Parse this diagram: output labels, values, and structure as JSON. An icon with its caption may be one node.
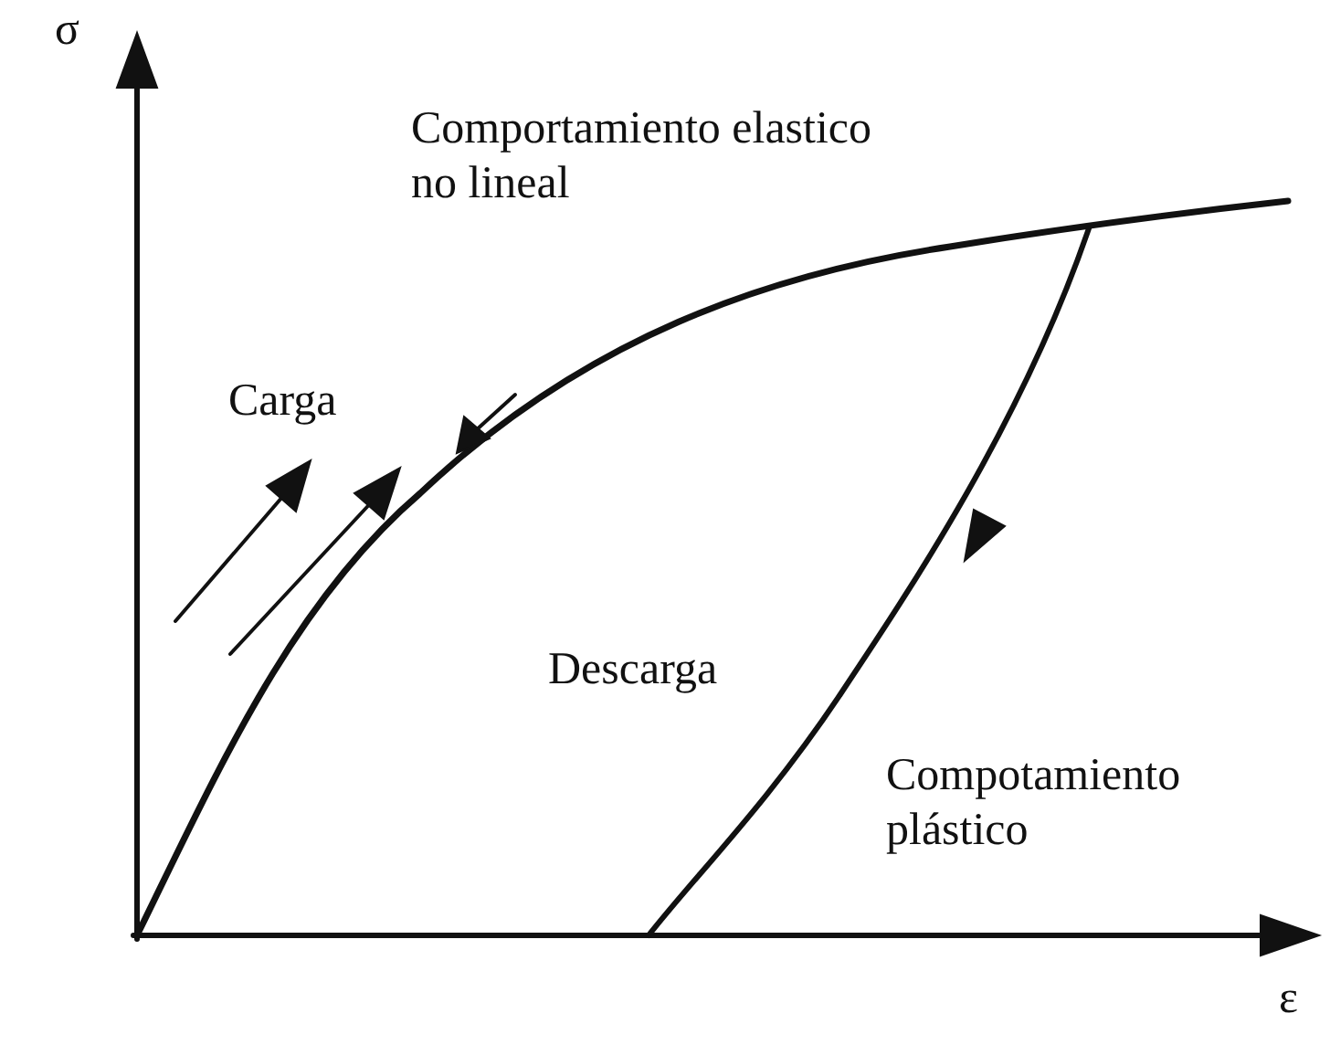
{
  "diagram": {
    "labels": [
      "σ",
      "Comportamiento elastico no lineal",
      "Carga",
      "Descarga",
      "Compotamiento plástico",
      "ε"
    ]
  }
}
